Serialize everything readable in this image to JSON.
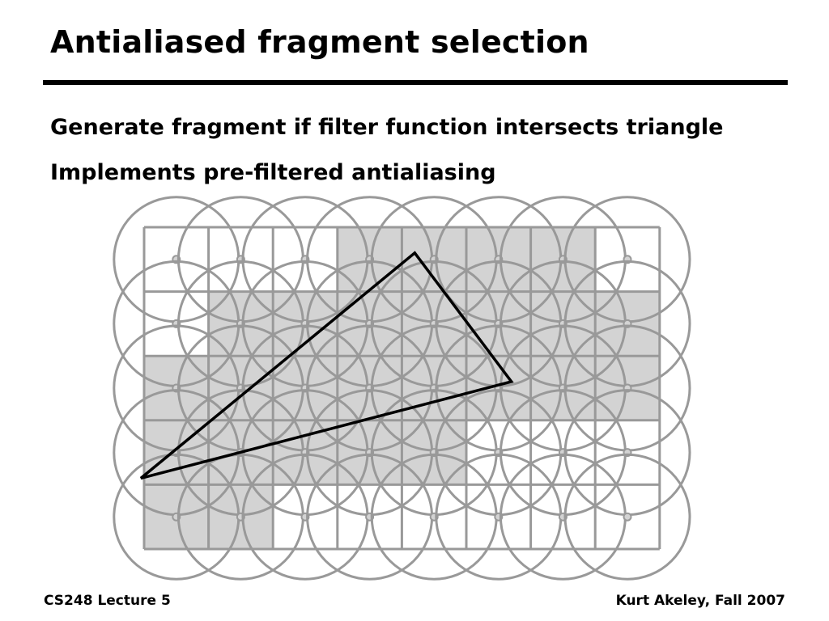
{
  "slide": {
    "title": "Antialiased fragment selection",
    "bullets": [
      "Generate fragment if filter function intersects triangle",
      "Implements pre-filtered antialiasing"
    ],
    "footer_left": "CS248 Lecture 5",
    "footer_right": "Kurt Akeley, Fall 2007"
  },
  "diagram": {
    "columns": 8,
    "rows": 5,
    "fragments": [
      [
        0,
        0,
        0,
        1,
        1,
        1,
        1,
        0
      ],
      [
        0,
        1,
        1,
        1,
        1,
        1,
        1,
        1
      ],
      [
        1,
        1,
        1,
        1,
        1,
        1,
        1,
        1
      ],
      [
        1,
        1,
        1,
        1,
        1,
        0,
        0,
        0
      ],
      [
        1,
        1,
        0,
        0,
        0,
        0,
        0,
        0
      ]
    ],
    "triangle": [
      [
        4.2,
        0.4
      ],
      [
        5.7,
        2.4
      ],
      [
        -0.05,
        3.9
      ]
    ],
    "colors": {
      "fragment_fill": "#d3d3d3",
      "grid_stroke": "#999999",
      "triangle_stroke": "#000000"
    }
  }
}
